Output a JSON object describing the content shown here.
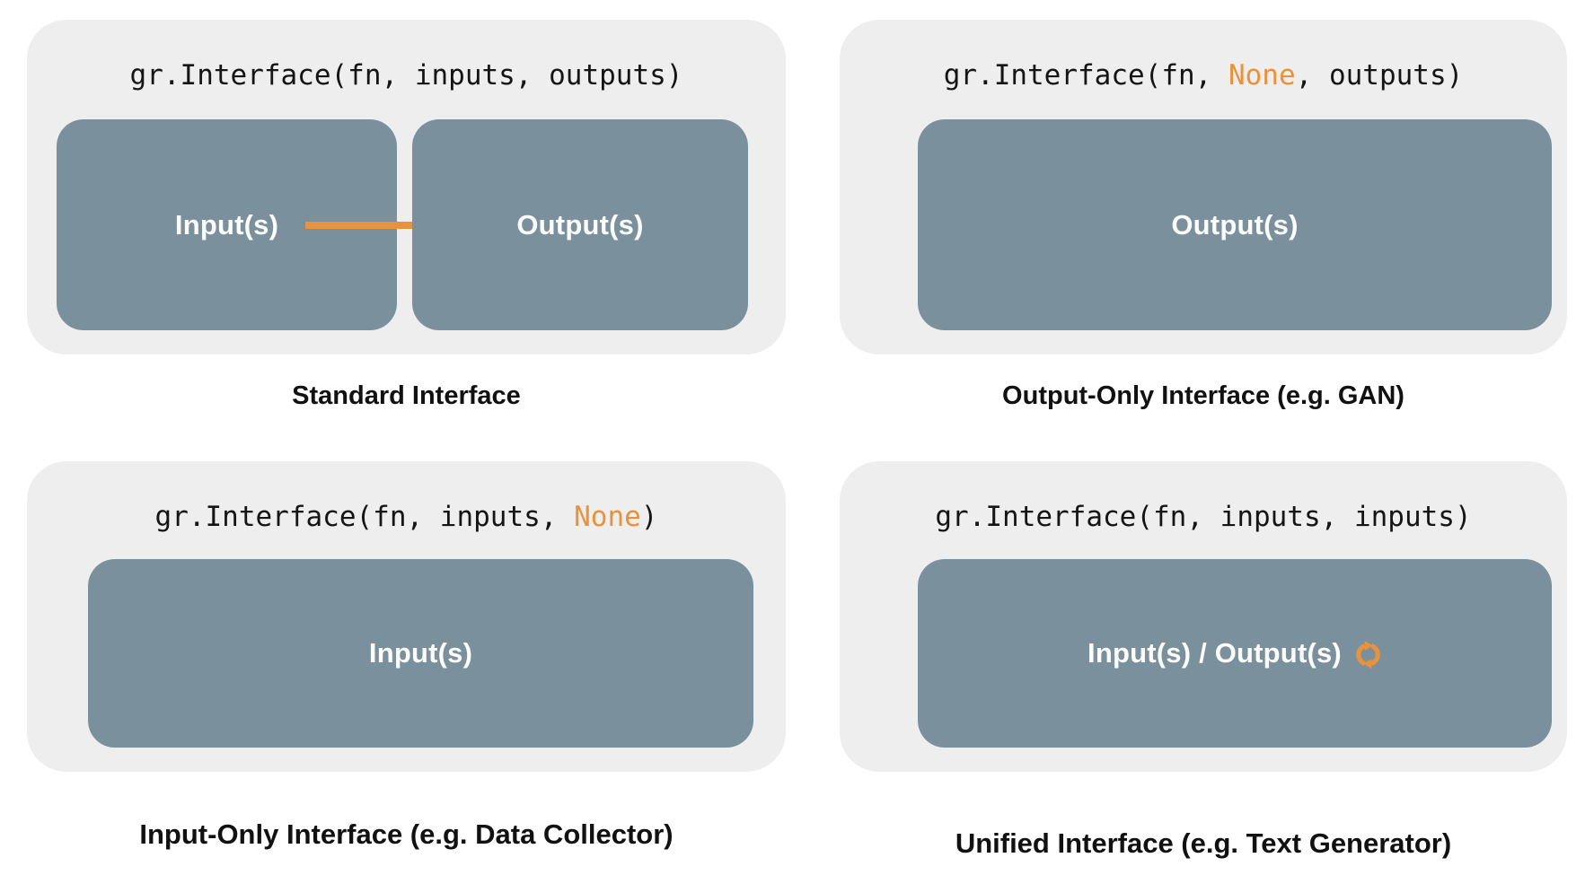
{
  "colors": {
    "page_bg": "#ffffff",
    "card_bg": "#eeeeee",
    "box_bg": "#7a919d",
    "accent_orange": "#e8923c",
    "code_text": "#151515",
    "caption_text": "#111111",
    "box_label_text": "#fcfcfc"
  },
  "cards": [
    {
      "id": "standard",
      "code": {
        "pre": "gr.Interface(fn, inputs, outputs)",
        "highlight": "",
        "post": ""
      },
      "boxes": [
        {
          "label": "Input(s)"
        },
        {
          "label": "Output(s)"
        }
      ],
      "arrow_icon": "right-arrow-icon",
      "caption": "Standard Interface"
    },
    {
      "id": "output-only",
      "code": {
        "pre": "gr.Interface(fn, ",
        "highlight": "None",
        "post": ", outputs)"
      },
      "boxes": [
        {
          "label": "Output(s)"
        }
      ],
      "caption": "Output-Only Interface (e.g. GAN)"
    },
    {
      "id": "input-only",
      "code": {
        "pre": "gr.Interface(fn, inputs, ",
        "highlight": "None",
        "post": ")"
      },
      "boxes": [
        {
          "label": "Input(s)"
        }
      ],
      "caption": "Input-Only Interface (e.g. Data Collector)"
    },
    {
      "id": "unified",
      "code": {
        "pre": "gr.Interface(fn, inputs, inputs)",
        "highlight": "",
        "post": ""
      },
      "boxes": [
        {
          "label": "Input(s) / Output(s)",
          "icon": "refresh-icon"
        }
      ],
      "caption": "Unified Interface (e.g. Text Generator)"
    }
  ]
}
